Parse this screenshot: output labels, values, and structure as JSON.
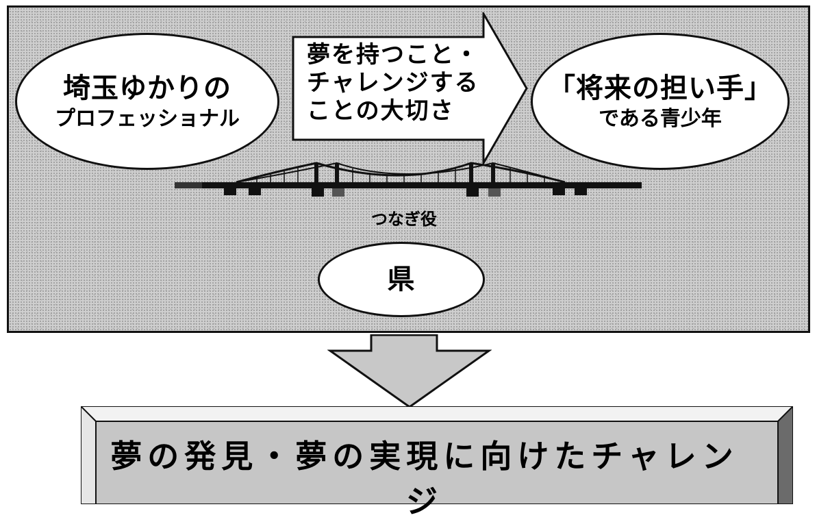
{
  "left_bubble": {
    "line1": "埼玉ゆかりの",
    "line2": "プロフェッショナル"
  },
  "arrow_message": {
    "line1": "夢を持つこと・",
    "line2": "チャレンジする",
    "line3": "ことの大切さ"
  },
  "right_bubble": {
    "line1": "「将来の担い手」",
    "line2": "である青少年"
  },
  "bridge_label": "つなぎ役",
  "prefecture_bubble": "県",
  "outcome": "夢の発見・夢の実現に向けたチャレンジ"
}
